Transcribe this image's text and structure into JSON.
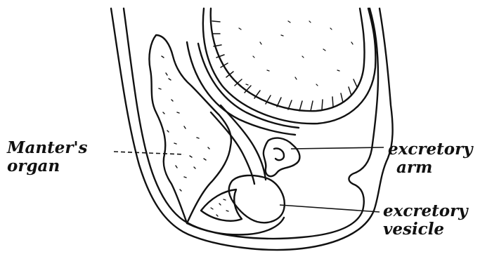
{
  "figure": {
    "description_visible": false,
    "ink_color": "#111111",
    "paper_color": "#ffffff"
  },
  "labels": {
    "manters_organ": [
      "Manter's",
      "organ"
    ],
    "excretory_arm": [
      "excretory",
      "arm"
    ],
    "excretory_vesicle": [
      "excretory",
      "vesicle"
    ]
  }
}
